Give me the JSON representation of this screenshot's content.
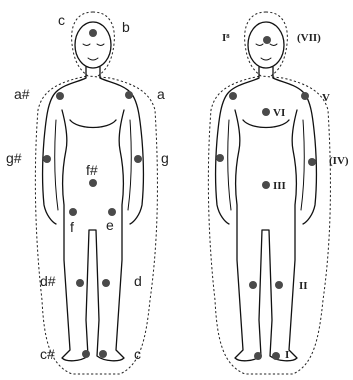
{
  "left_figure": {
    "labels": {
      "c_top": "c",
      "b": "b",
      "a_sharp": "a#",
      "a": "a",
      "g_sharp": "g#",
      "g": "g",
      "f_sharp": "f#",
      "f": "f",
      "e": "e",
      "d_sharp": "d#",
      "d": "d",
      "c_sharp": "c#",
      "c_bottom": "c"
    }
  },
  "right_figure": {
    "labels": {
      "i8": "I⁸",
      "vii": "(VII)",
      "v": "V",
      "vi": "VI",
      "iv": "(IV)",
      "iii": "III",
      "ii": "II",
      "i": "I"
    }
  },
  "colors": {
    "dot": "#4a4a4a",
    "line": "#111111"
  }
}
